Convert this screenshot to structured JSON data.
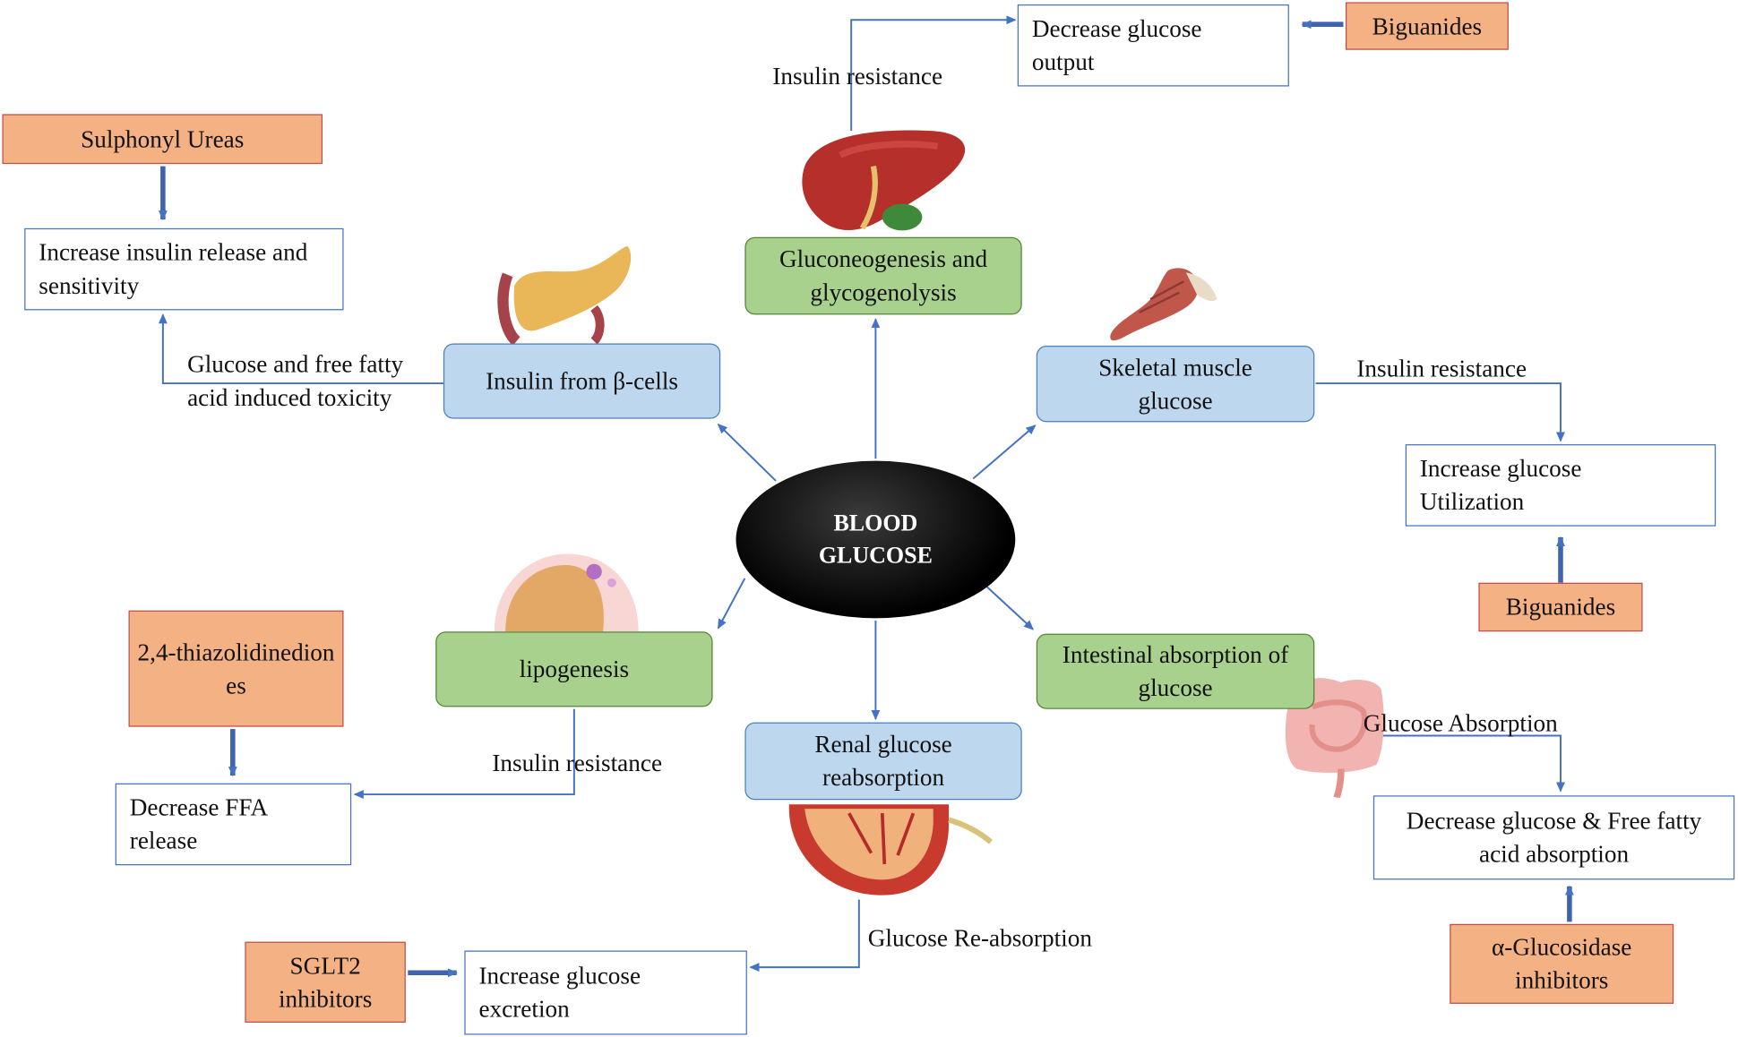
{
  "center": {
    "line1": "BLOOD",
    "line2": "GLUCOSE"
  },
  "organs": {
    "liver": "Gluconeogenesis and glycogenolysis",
    "pancreas": "Insulin from β-cells",
    "muscle": "Skeletal muscle glucose",
    "fat": "lipogenesis",
    "kidney": "Renal glucose reabsorption",
    "intestine": "Intestinal absorption of glucose"
  },
  "effects": {
    "liver": "Decrease glucose output",
    "pancreas": "Increase insulin release and sensitivity",
    "muscle": "Increase glucose Utilization",
    "fat": "Decrease FFA release",
    "kidney": "Increase glucose excretion",
    "intestine": "Decrease glucose & Free fatty acid absorption"
  },
  "drugs": {
    "liver": "Biguanides",
    "pancreas": "Sulphonyl Ureas",
    "muscle": "Biguanides",
    "fat": "2,4-thiazolidinediones",
    "kidney": "SGLT2 inhibitors",
    "intestine": "α-Glucosidase inhibitors"
  },
  "edge_labels": {
    "liver": "Insulin resistance",
    "pancreas": "Glucose and free fatty acid induced toxicity",
    "muscle": "Insulin resistance",
    "fat": "Insulin resistance",
    "kidney": "Glucose Re-absorption",
    "intestine": "Glucose Absorption"
  },
  "colors": {
    "drug_fill": "#f4b183",
    "drug_border": "#c0504d",
    "blue_fill": "#bdd7ee",
    "green_fill": "#a9d18e",
    "connector": "#4472c4"
  }
}
